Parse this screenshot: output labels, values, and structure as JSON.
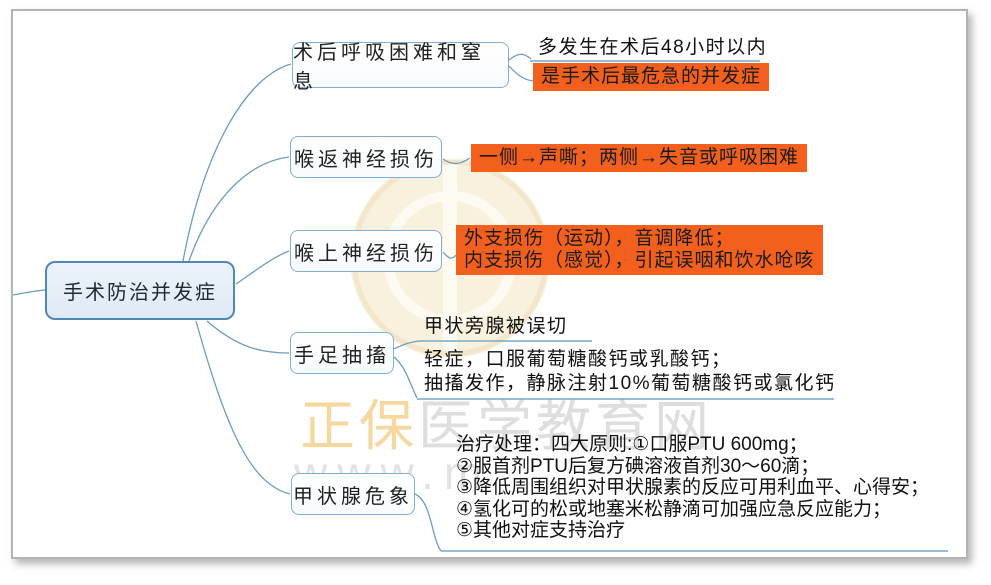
{
  "root": {
    "label": "手术防治并发症"
  },
  "branches": [
    {
      "label": "术后呼吸困难和窒息",
      "children": [
        {
          "text": "多发生在术后48小时以内",
          "style": "underline"
        },
        {
          "text": "是手术后最危急的并发症",
          "style": "highlight"
        }
      ]
    },
    {
      "label": "喉返神经损伤",
      "children": [
        {
          "text": "一侧→声嘶；两侧→失音或呼吸困难",
          "style": "highlight"
        }
      ]
    },
    {
      "label": "喉上神经损伤",
      "children": [
        {
          "text": "外支损伤（运动），音调降低；\n内支损伤（感觉），引起误咽和饮水呛咳",
          "style": "highlight"
        }
      ]
    },
    {
      "label": "手足抽搐",
      "children": [
        {
          "text": "甲状旁腺被误切",
          "style": "underline"
        },
        {
          "text": "轻症，口服葡萄糖酸钙或乳酸钙；\n抽搐发作，静脉注射10%葡萄糖酸钙或氯化钙",
          "style": "underline"
        }
      ]
    },
    {
      "label": "甲状腺危象",
      "children": [
        {
          "text": "治疗处理：四大原则:①口服PTU 600mg；\n②服首剂PTU后复方碘溶液首剂30～60滴；\n③降低周围组织对甲状腺素的反应可用利血平、心得安；\n④氢化可的松或地塞米松静滴可加强应急反应能力；\n⑤其他对症支持治疗",
          "style": "underline"
        }
      ]
    }
  ],
  "watermark": {
    "brand_accent": "正保",
    "brand_rest": "医学教育网",
    "url": "www.m"
  },
  "colors": {
    "highlight": "#f3601d",
    "node_border": "#83aed3",
    "root_border": "#4f87b5",
    "line": "#6d9cbf",
    "underline": "#79a7c9",
    "watermark_gray": "#dedede",
    "watermark_accent": "#f6d79e",
    "logo_cream": "#f8f1de"
  }
}
